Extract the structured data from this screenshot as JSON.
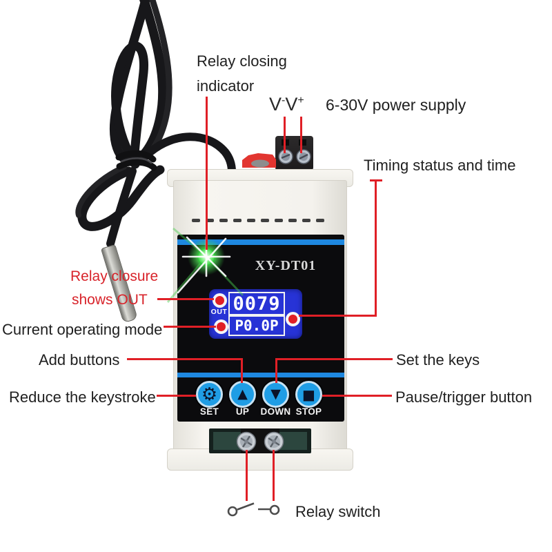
{
  "device": {
    "model": "XY-DT01",
    "display": {
      "out_label": "OUT",
      "top_row": "0079",
      "bottom_row": "P0.0P"
    },
    "buttons": [
      {
        "label": "SET",
        "icon_name": "gear-icon",
        "glyph": "⚙"
      },
      {
        "label": "UP",
        "icon_name": "triangle-up-icon",
        "glyph": "▲"
      },
      {
        "label": "DOWN",
        "icon_name": "triangle-down-icon",
        "glyph": "▼"
      },
      {
        "label": "STOP",
        "icon_name": "stop-square-icon",
        "glyph": "■"
      }
    ]
  },
  "annotations": {
    "relay_closing": {
      "line1": "Relay closing",
      "line2": "indicator"
    },
    "power_terminals": {
      "v_minus_base": "V",
      "v_minus_sup": "-",
      "v_plus_base": "V",
      "v_plus_sup": "+"
    },
    "power_supply": "6-30V power supply",
    "timing_status": "Timing status and time",
    "relay_closure": {
      "line1": "Relay closure",
      "line2": "shows OUT"
    },
    "current_mode": "Current operating mode",
    "add_buttons": "Add buttons",
    "set_keys": "Set the keys",
    "reduce_keystroke": "Reduce the keystroke",
    "pause_trigger": "Pause/trigger button",
    "relay_switch": "Relay switch"
  },
  "colors": {
    "accent_red": "#e01f26",
    "red_text": "#d8232a",
    "text_black": "#1f1f1f",
    "lcd_blue": "#2733d6",
    "stripe_blue": "#1e88e0",
    "panel_black": "#0b0b0d",
    "button_blue": "#1f9de5",
    "button_ring": "#c8e2f2",
    "icon_navy": "#0a1228",
    "led_green": "#3ed648",
    "case_white": "#f2f0eb"
  }
}
